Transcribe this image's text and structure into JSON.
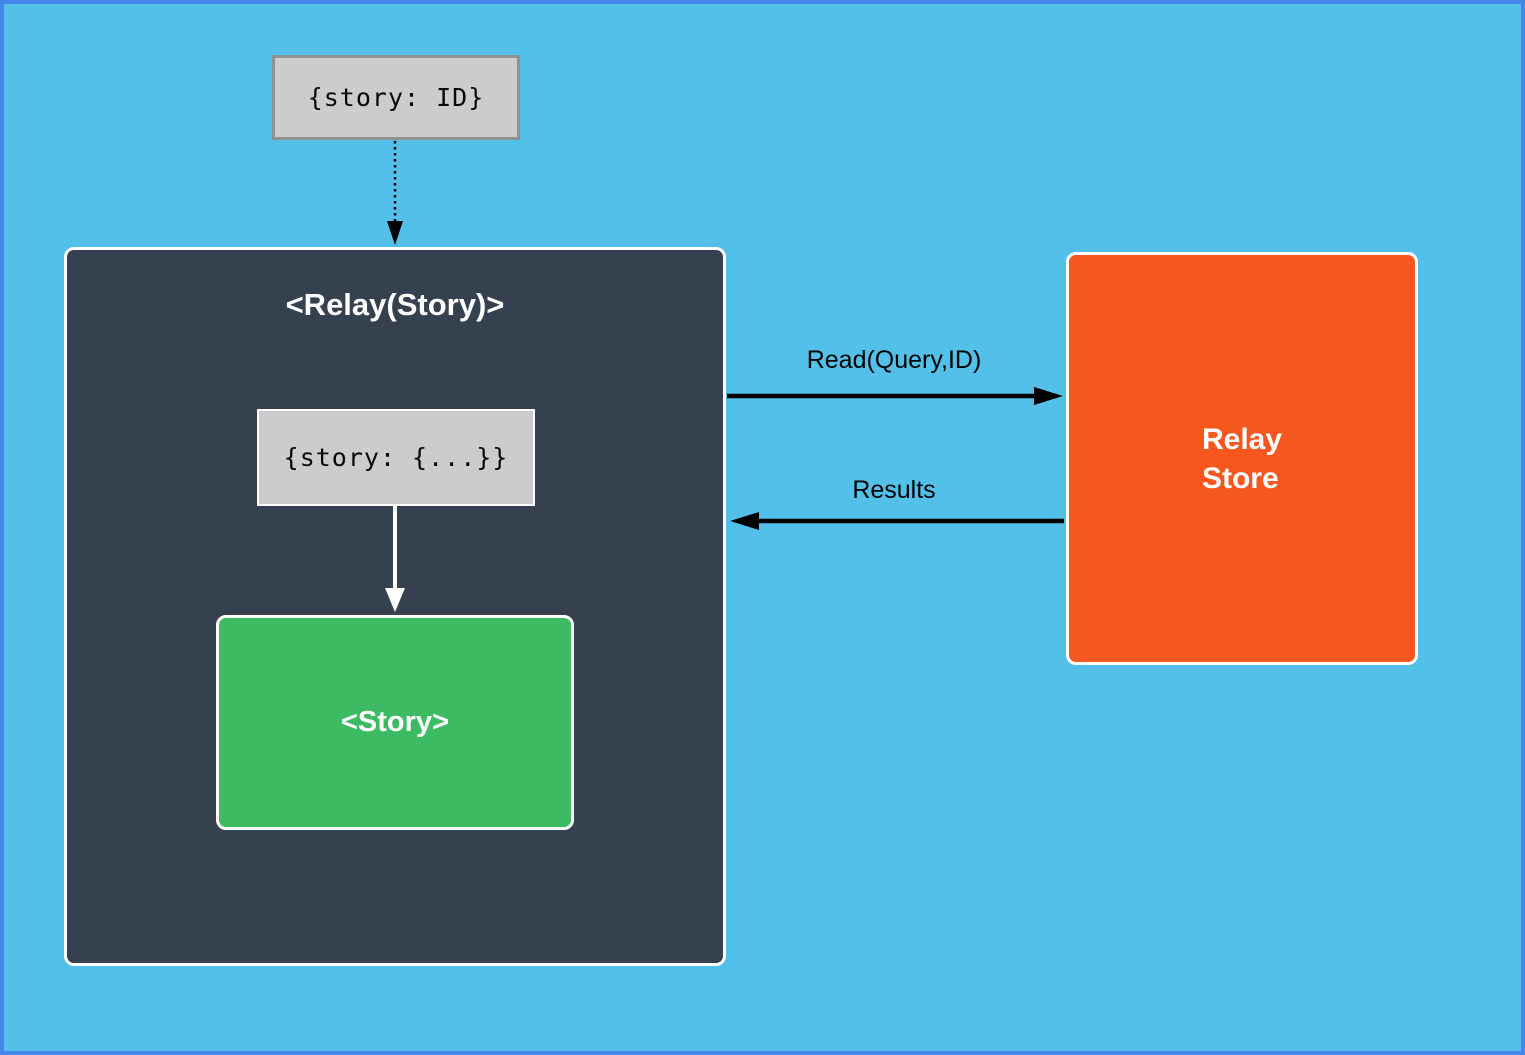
{
  "diagram": {
    "query_param_box": {
      "text": "{story: ID}"
    },
    "relay_container": {
      "title": "<Relay(Story)>",
      "props_box": {
        "text": "{story: {...}}"
      },
      "story_box": {
        "label": "<Story>"
      }
    },
    "relay_store": {
      "line1": "Relay",
      "line2": "Store"
    },
    "arrows": {
      "read_label": "Read(Query,ID)",
      "results_label": "Results"
    },
    "colors": {
      "background": "#52c0e8",
      "frame_border": "#4486ec",
      "relay_container_bg": "#35414f",
      "story_green": "#3dbb62",
      "relay_store_orange": "#f6571e",
      "code_box_bg": "#cccccc",
      "code_box_border": "#919191",
      "arrow_black": "#000000",
      "arrow_white": "#ffffff"
    }
  }
}
